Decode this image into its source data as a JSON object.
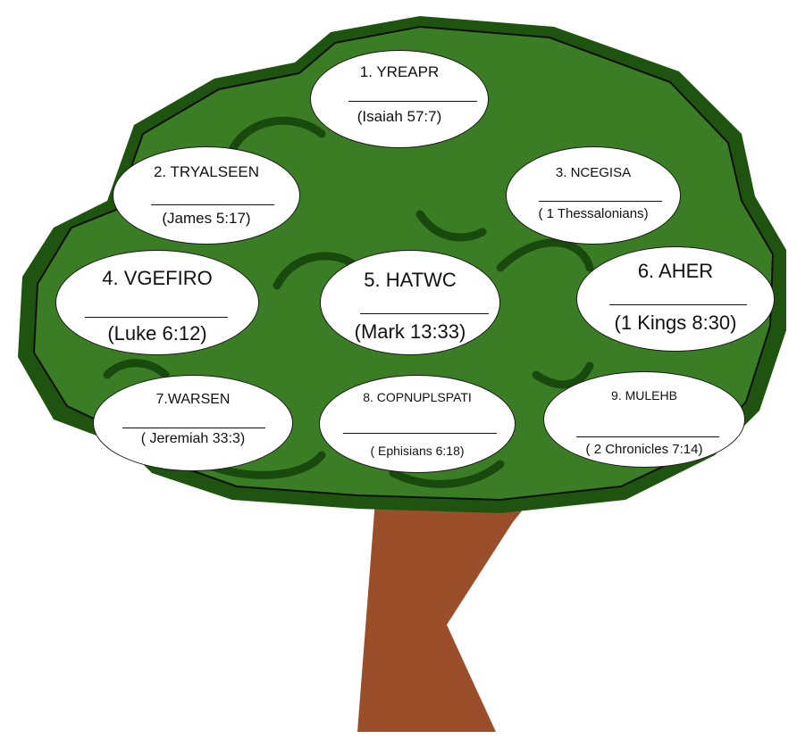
{
  "colors": {
    "foliage": "#3a7d24",
    "foliage_shadow": "#1f5410",
    "foliage_dark": "#174a0c",
    "trunk": "#9a4f2a",
    "oval_fill": "#ffffff",
    "outline": "#111111"
  },
  "puzzles": [
    {
      "word": "1. YREAPR",
      "reference": "(Isaiah 57:7)"
    },
    {
      "word": "2. TRYALSEEN",
      "reference": "(James 5:17)"
    },
    {
      "word": "3. NCEGISA",
      "reference": "( 1 Thessalonians)"
    },
    {
      "word": "4. VGEFIRO",
      "reference": "(Luke 6:12)"
    },
    {
      "word": "5. HATWC",
      "reference": "(Mark 13:33)"
    },
    {
      "word": "6. AHER",
      "reference": "(1 Kings 8:30)"
    },
    {
      "word": "7.WARSEN",
      "reference": "( Jeremiah 33:3)"
    },
    {
      "word": "8. COPNUPLSPATI",
      "reference": "( Ephisians 6:18)"
    },
    {
      "word": "9. MULEHB",
      "reference": "( 2 Chronicles 7:14)"
    }
  ]
}
